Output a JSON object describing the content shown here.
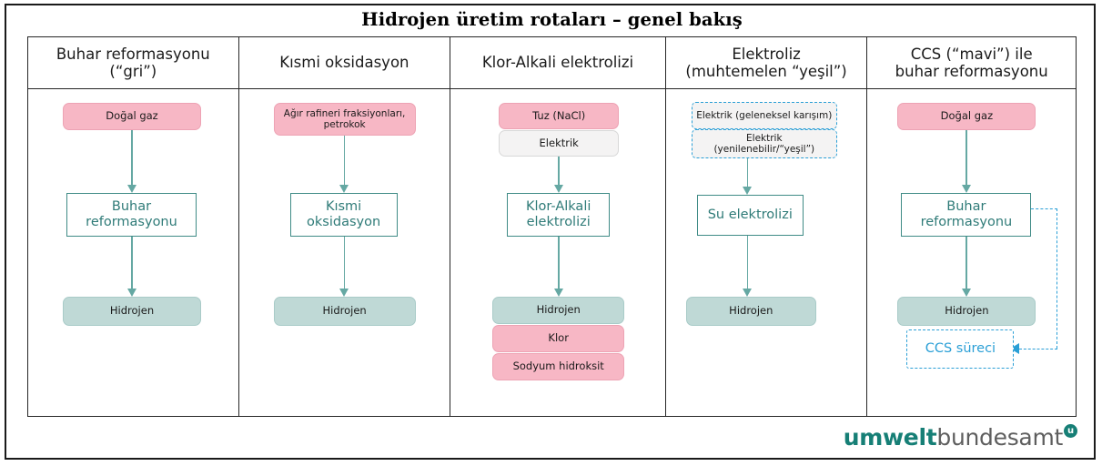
{
  "title": "Hidrojen üretim rotaları – genel bakış",
  "columns": [
    {
      "header": "Buhar reformasyonu (“gri”)",
      "header_lines": [
        "Buhar reformasyonu",
        "(“gri”)"
      ],
      "nodes": [
        {
          "id": "c1-input",
          "label": "Doğal gaz",
          "style": "pink"
        },
        {
          "id": "c1-process",
          "label": "Buhar reformasyonu",
          "style": "process"
        },
        {
          "id": "c1-output",
          "label": "Hidrojen",
          "style": "teal"
        }
      ]
    },
    {
      "header": "Kısmi oksidasyon",
      "header_lines": [
        "Kısmi oksidasyon"
      ],
      "nodes": [
        {
          "id": "c2-input",
          "label": "Ağır rafineri fraksiyonları, petrokok",
          "style": "pink"
        },
        {
          "id": "c2-process",
          "label": "Kısmi oksidasyon",
          "style": "process"
        },
        {
          "id": "c2-output",
          "label": "Hidrojen",
          "style": "teal"
        }
      ]
    },
    {
      "header": "Klor-Alkali elektrolizi",
      "header_lines": [
        "Klor-Alkali elektrolizi"
      ],
      "nodes": [
        {
          "id": "c3-input-1",
          "label": "Tuz (NaCl)",
          "style": "pink"
        },
        {
          "id": "c3-input-2",
          "label": "Elektrik",
          "style": "grey"
        },
        {
          "id": "c3-process",
          "label": "Klor-Alkali elektrolizi",
          "style": "process"
        },
        {
          "id": "c3-output-1",
          "label": "Hidrojen",
          "style": "teal"
        },
        {
          "id": "c3-output-2",
          "label": "Klor",
          "style": "pink"
        },
        {
          "id": "c3-output-3",
          "label": "Sodyum hidroksit",
          "style": "pink"
        }
      ]
    },
    {
      "header": "Elektroliz (muhtemelen “yeşil”)",
      "header_lines": [
        "Elektroliz",
        "(muhtemelen “yeşil”)"
      ],
      "nodes": [
        {
          "id": "c4-input-1",
          "label": "Elektrik (geleneksel karışım)",
          "style": "dashed"
        },
        {
          "id": "c4-input-2",
          "label": "Elektrik (yenilenebilir/“yeşil”)",
          "style": "dashed"
        },
        {
          "id": "c4-process",
          "label": "Su elektrolizi",
          "style": "process"
        },
        {
          "id": "c4-output",
          "label": "Hidrojen",
          "style": "teal"
        }
      ]
    },
    {
      "header": "CCS (“mavi”) ile buhar reformasyonu",
      "header_lines": [
        "CCS (“mavi”) ile",
        "buhar reformasyonu"
      ],
      "nodes": [
        {
          "id": "c5-input",
          "label": "Doğal gaz",
          "style": "pink"
        },
        {
          "id": "c5-process",
          "label": "Buhar reformasyonu",
          "style": "process"
        },
        {
          "id": "c5-output",
          "label": "Hidrojen",
          "style": "teal"
        },
        {
          "id": "c5-ccs",
          "label": "CCS süreci",
          "style": "dashed-white"
        }
      ]
    }
  ],
  "logo": {
    "part_bold": "umwelt",
    "part_regular": "bundesamt",
    "mark": "u"
  },
  "colors": {
    "pink_fill": "#f7b7c5",
    "teal_fill": "#bfd9d6",
    "grey_fill": "#f4f3f3",
    "process_border": "#3f8b86",
    "process_text": "#2f7b78",
    "arrow": "#65a8a3",
    "dashed_blue": "#2a9fd6",
    "frame": "#262626",
    "logo_teal": "#167f76",
    "logo_grey": "#5e5e5e"
  }
}
